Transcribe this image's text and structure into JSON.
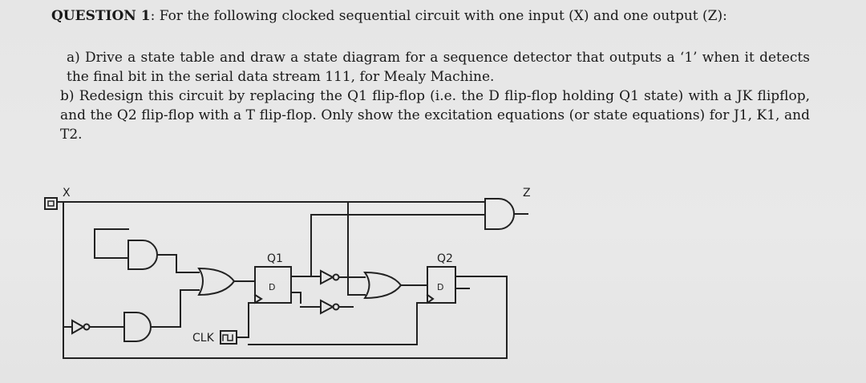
{
  "question": {
    "label": "QUESTION 1",
    "prompt": ": For the following clocked sequential circuit with one input (X) and one output (Z):"
  },
  "parts": {
    "a": "a) Drive a state table and draw a state diagram for a sequence detector that outputs a ‘1’ when it detects the final bit in the serial data stream 111, for Mealy Machine.",
    "b": "b) Redesign this circuit by replacing the Q1 flip-flop (i.e. the D flip-flop holding Q1 state) with a JK flipflop, and the Q2 flip-flop with a T flip-flop. Only show the excitation equations (or state equations) for J1, K1, and T2."
  },
  "circuit": {
    "input_label": "X",
    "output_label": "Z",
    "clock_label": "CLK",
    "ff1_label": "Q1",
    "ff2_label": "Q2",
    "ff1_pin": "D",
    "ff2_pin": "D"
  }
}
